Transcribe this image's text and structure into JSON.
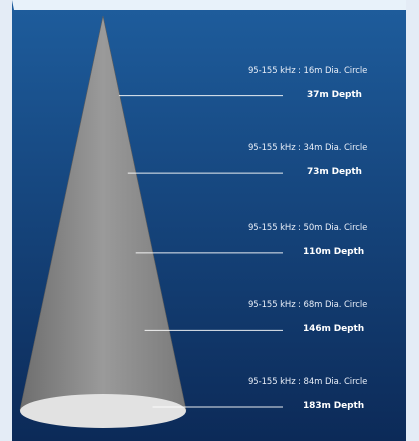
{
  "colors": {
    "water_top": "#1e5d9d",
    "water_bottom": "#0c2a58",
    "surface_foam": "#e8f2fa",
    "cone": "#8c8c8c",
    "cone_edge": "#5d5d5d",
    "footprint": "#e2e2e2",
    "leader_line": "#ffffff",
    "frame": "#e4ecf6"
  },
  "diagram": {
    "max_depth_m": 183,
    "max_dia_m": 84,
    "beam": {
      "name": "sonar-cone",
      "footprint_name": "bottom-footprint-ellipse"
    },
    "markers": [
      {
        "freq": "95-155 kHz : 16m Dia. Circle",
        "depth": "37m Depth",
        "depth_m": 37,
        "dia_m": 16
      },
      {
        "freq": "95-155 kHz : 34m Dia. Circle",
        "depth": "73m Depth",
        "depth_m": 73,
        "dia_m": 34
      },
      {
        "freq": "95-155 kHz : 50m Dia. Circle",
        "depth": "110m Depth",
        "depth_m": 110,
        "dia_m": 50
      },
      {
        "freq": "95-155 kHz : 68m Dia. Circle",
        "depth": "146m Depth",
        "depth_m": 146,
        "dia_m": 68
      },
      {
        "freq": "95-155 kHz : 84m Dia. Circle",
        "depth": "183m Depth",
        "depth_m": 183,
        "dia_m": 84
      }
    ]
  }
}
